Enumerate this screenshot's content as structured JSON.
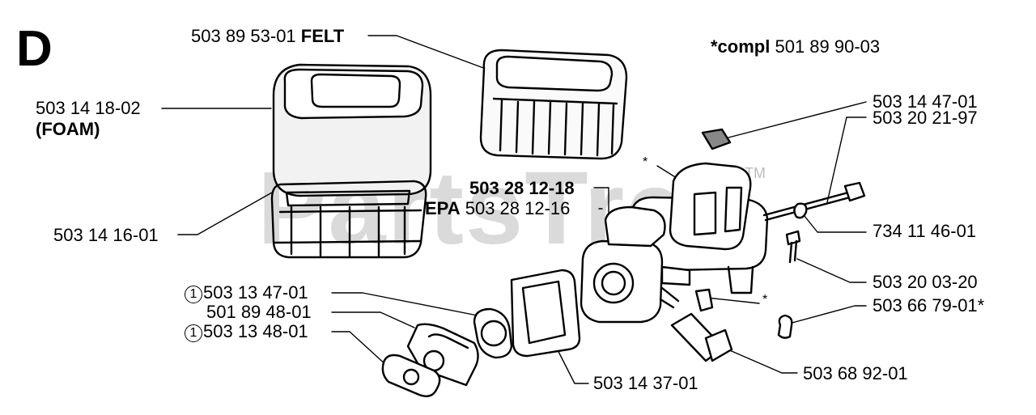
{
  "section_letter": "D",
  "note": {
    "prefix": "*compl",
    "part": "501 89 90-03"
  },
  "watermark": {
    "text": "PartsTree",
    "tm": "TM"
  },
  "asterisk": "*",
  "callout_marker": "1",
  "labels": {
    "felt": {
      "part": "503 89 53-01",
      "name": "FELT"
    },
    "foam": {
      "part": "503 14 18-02",
      "name": "(FOAM)"
    },
    "frame": "503 14 16-01",
    "carb": "503 28 12-18",
    "epa": {
      "prefix": "EPA",
      "part": "503 28 12-16"
    },
    "gasket_a": "503 13 47-01",
    "adapter": "501 89 48-01",
    "gasket_b": "503 13 48-01",
    "gasket_c": "503 14 37-01",
    "bracket": "503 14 47-01",
    "bolt": "503 20 21-97",
    "washer": "734 11 46-01",
    "screw": "503 20 03-20",
    "knob": "503 66 79-01*",
    "elbow": "503 68 92-01"
  }
}
